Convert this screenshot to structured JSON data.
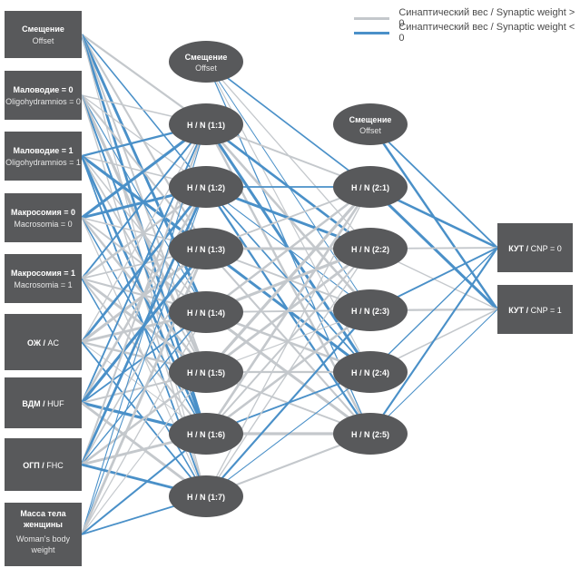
{
  "legend": {
    "positive": "Синаптический вес / Synaptic weight > 0",
    "negative": "Синаптический вес / Synaptic weight < 0",
    "positive_color": "#c4c8cc",
    "negative_color": "#4a90c8"
  },
  "inputs": [
    {
      "ru": "Смещение",
      "en": "Offset"
    },
    {
      "ru": "Маловодие = 0",
      "en": "Oligohydramnios = 0"
    },
    {
      "ru": "Маловодие = 1",
      "en": "Oligohydramnios = 1"
    },
    {
      "ru": "Макросомия = 0",
      "en": "Macrosomia = 0"
    },
    {
      "ru": "Макросомия = 1",
      "en": "Macrosomia = 1"
    },
    {
      "ru": "ОЖ /",
      "en": "AC"
    },
    {
      "ru": "ВДМ /",
      "en": "HUF"
    },
    {
      "ru": "ОГП /",
      "en": "FHC"
    },
    {
      "ru": "Масса тела женщины",
      "en": "Woman's body weight"
    }
  ],
  "hidden1": [
    {
      "label": "Смещение",
      "sub": "Offset"
    },
    {
      "label": "H / N (1:1)"
    },
    {
      "label": "H / N (1:2)"
    },
    {
      "label": "H / N (1:3)"
    },
    {
      "label": "H / N (1:4)"
    },
    {
      "label": "H / N (1:5)"
    },
    {
      "label": "H / N (1:6)"
    },
    {
      "label": "H / N (1:7)"
    }
  ],
  "hidden2": [
    {
      "label": "Смещение",
      "sub": "Offset"
    },
    {
      "label": "H / N (2:1)"
    },
    {
      "label": "H / N (2:2)"
    },
    {
      "label": "H / N (2:3)"
    },
    {
      "label": "H / N (2:4)"
    },
    {
      "label": "H / N (2:5)"
    }
  ],
  "outputs": [
    {
      "ru": "КУТ /",
      "en": "CNP = 0"
    },
    {
      "ru": "КУТ /",
      "en": "CNP = 1"
    }
  ],
  "colors": {
    "node": "#58595b",
    "node_text": "#ffffff",
    "edge_pos": "#c4c8cc",
    "edge_neg": "#4a90c8"
  }
}
